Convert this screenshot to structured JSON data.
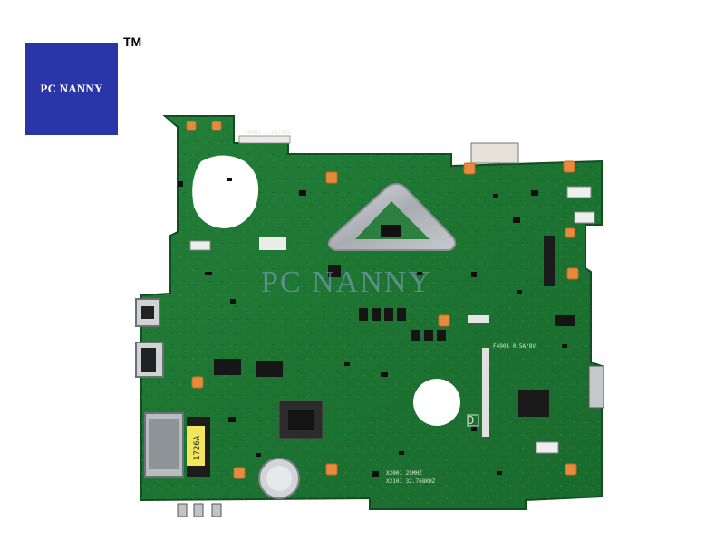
{
  "brand": {
    "logo_text": "PC NANNY",
    "trademark": "TM",
    "watermark": "PC NANNY",
    "logo_color": "#2a35a8"
  },
  "board": {
    "color": "#1f7a34",
    "silkscreen": {
      "top_label": "F4901 1.1A/24V",
      "mid_label": "F4901 0.5A/8V",
      "dell_mark": "D",
      "crystal_1": "X2001 25MHZ",
      "crystal_2": "X2101 32.768KHZ",
      "sticker": "1726A"
    }
  }
}
